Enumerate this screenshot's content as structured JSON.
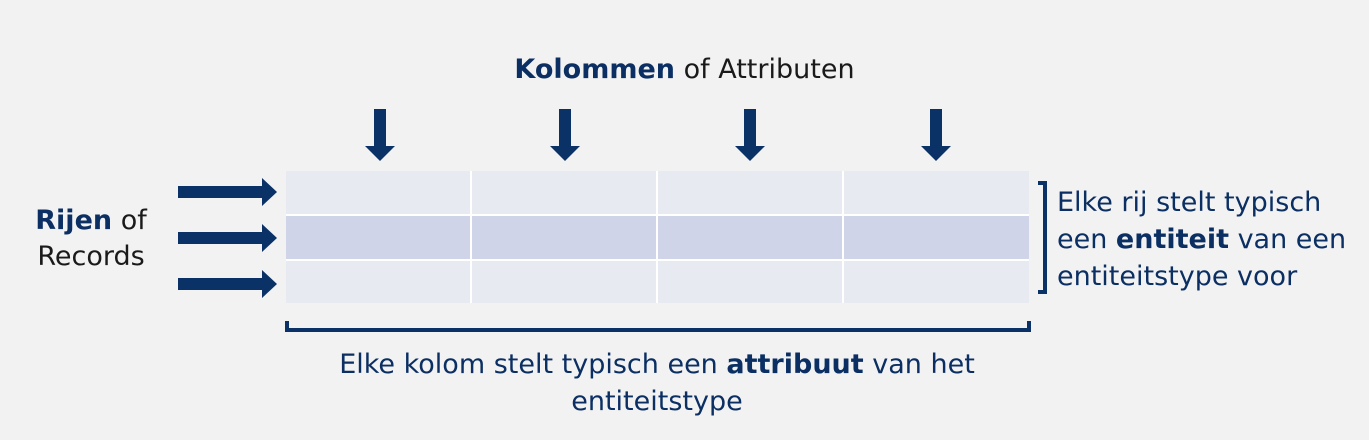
{
  "columns_label": {
    "strong": "Kolommen",
    "rest": " of Attributen"
  },
  "rows_label": {
    "strong": "Rijen",
    "rest": " of",
    "line2": "Records"
  },
  "row_description": {
    "line1": "Elke rij stelt typisch",
    "line2_pre": "een ",
    "line2_strong": "entiteit",
    "line2_post": " van een",
    "line3": "entiteitstype voor"
  },
  "column_description": {
    "line1_pre": "Elke kolom stelt typisch een ",
    "line1_strong": "attribuut",
    "line1_post": " van het",
    "line2": "entiteitstype"
  },
  "colors": {
    "arrow": "#0b3267",
    "cell_light": "#e8eaf2",
    "cell_dark": "#cfd4e8",
    "background": "#f2f2f2"
  },
  "table": {
    "rows": 3,
    "columns": 4,
    "shaded_row": 2
  }
}
